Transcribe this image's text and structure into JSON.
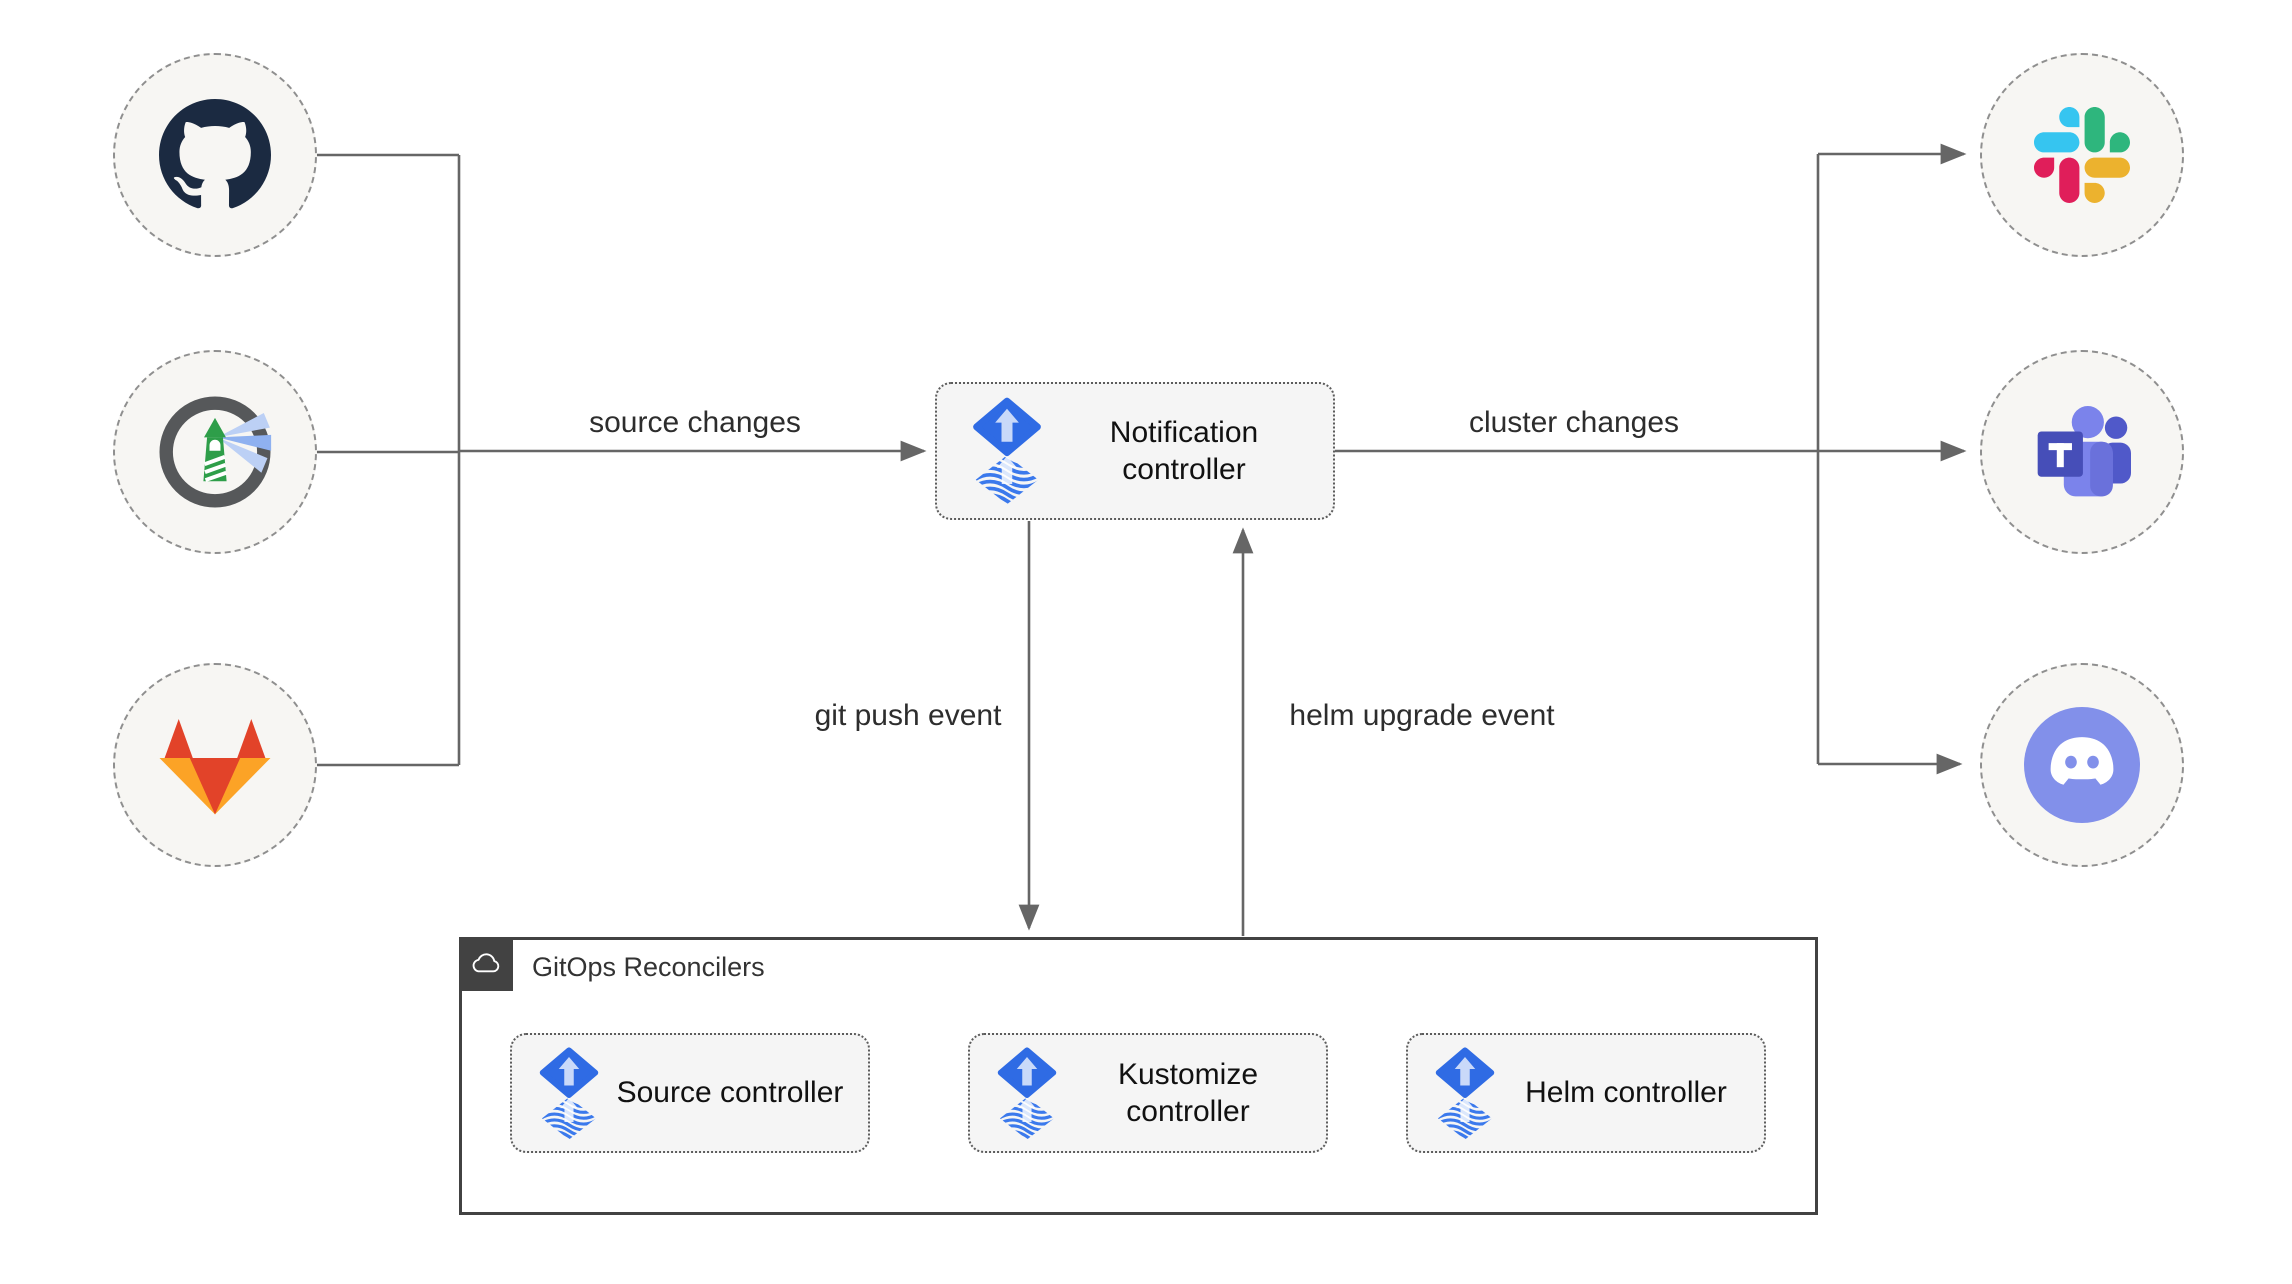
{
  "sources": [
    {
      "name": "GitHub",
      "icon": "github-icon"
    },
    {
      "name": "Harbor",
      "icon": "harbor-icon"
    },
    {
      "name": "GitLab",
      "icon": "gitlab-icon"
    }
  ],
  "targets": [
    {
      "name": "Slack",
      "icon": "slack-icon"
    },
    {
      "name": "Microsoft Teams",
      "icon": "teams-icon"
    },
    {
      "name": "Discord",
      "icon": "discord-icon"
    }
  ],
  "notification_controller": {
    "label": "Notification controller",
    "icon": "flux-icon"
  },
  "edges": {
    "source_changes": "source changes",
    "cluster_changes": "cluster changes",
    "git_push_event": "git push event",
    "helm_upgrade_event": "helm upgrade event"
  },
  "reconcilers": {
    "title": "GitOps Reconcilers",
    "badge_icon": "cloud-icon",
    "items": [
      {
        "label": "Source controller",
        "icon": "flux-icon"
      },
      {
        "label": "Kustomize controller",
        "icon": "flux-icon"
      },
      {
        "label": "Helm controller",
        "icon": "flux-icon"
      }
    ]
  },
  "colors": {
    "flux_blue": "#2F6BE4",
    "flux_wave_blue": "#3B79EC",
    "line_gray": "#666666",
    "container_border": "#424242",
    "node_fill": "#F7F6F3",
    "box_fill": "#F5F5F5",
    "github_dark": "#1B2A41",
    "harbor_green": "#2E9E49",
    "discord_blurple": "#8290EA",
    "slack": [
      "#36C5F0",
      "#2EB67D",
      "#ECB22E",
      "#E01E5A"
    ],
    "gitlab": [
      "#E24329",
      "#FCA326"
    ],
    "teams": [
      "#4B53BC",
      "#7B83EB",
      "#5059C9"
    ]
  }
}
